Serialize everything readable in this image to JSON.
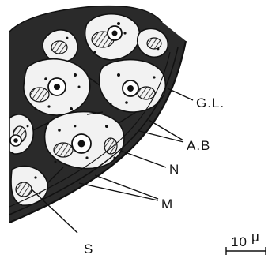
{
  "figure": {
    "labels": {
      "gl": "G.L.",
      "ab": "A.B",
      "n": "N",
      "m": "M",
      "s": "S"
    },
    "scale_bar": {
      "value": "10",
      "unit": "μ"
    },
    "colors": {
      "ink": "#111111",
      "background": "#ffffff"
    }
  }
}
